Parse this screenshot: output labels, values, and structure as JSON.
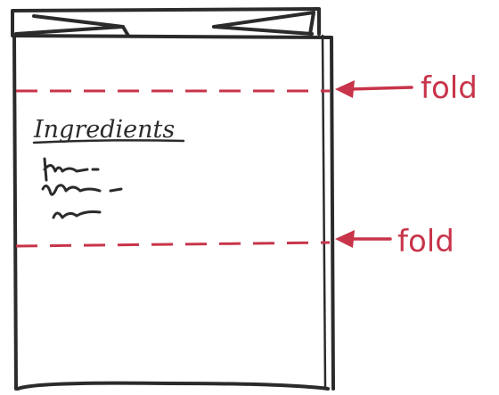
{
  "colors": {
    "ink": "#2b2b2b",
    "accent": "#c8344a",
    "background": "#ffffff"
  },
  "diagram": {
    "heading": "Ingredients",
    "fold_labels": [
      "fold",
      "fold"
    ],
    "scribble_lines": 3
  }
}
